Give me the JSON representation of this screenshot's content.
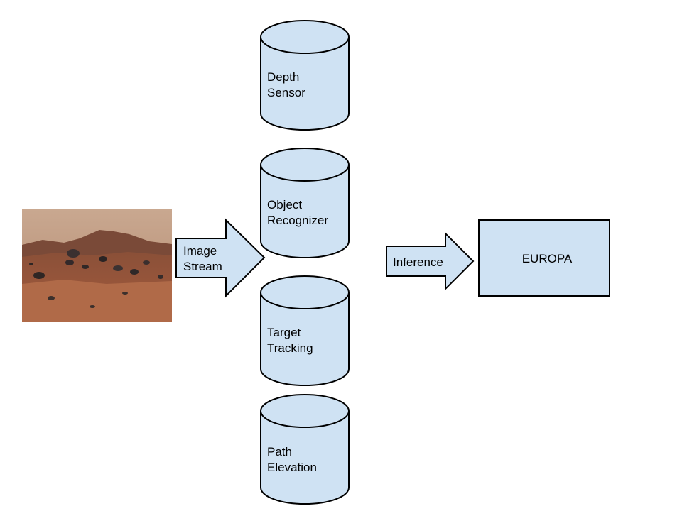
{
  "colors": {
    "shape_fill": "#cfe2f3",
    "stroke": "#000000",
    "background": "#ffffff"
  },
  "photo": {
    "description": "mars-terrain-photo"
  },
  "input_arrow": {
    "line1": "Image",
    "line2": "Stream"
  },
  "cylinders": [
    {
      "line1": "Depth",
      "line2": "Sensor"
    },
    {
      "line1": "Object",
      "line2": "Recognizer"
    },
    {
      "line1": "Target",
      "line2": "Tracking"
    },
    {
      "line1": "Path",
      "line2": "Elevation"
    }
  ],
  "output_arrow": {
    "label": "Inference"
  },
  "target_box": {
    "label": "EUROPA"
  }
}
